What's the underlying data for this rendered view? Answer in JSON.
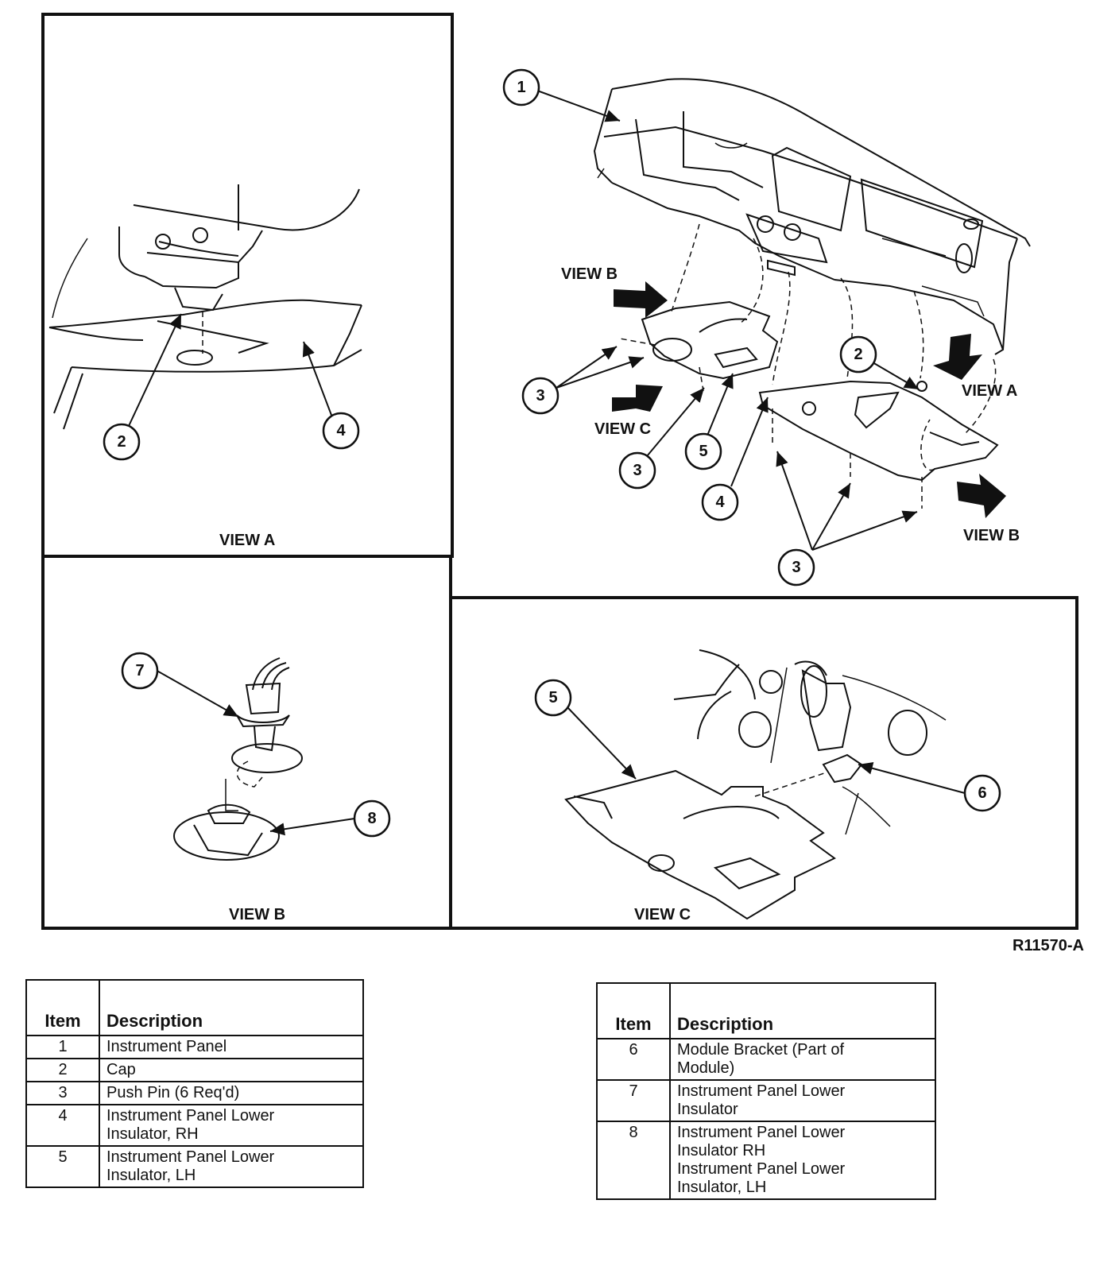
{
  "views": {
    "view_a": "VIEW A",
    "view_b": "VIEW B",
    "view_c": "VIEW C"
  },
  "overview_labels": {
    "view_b_top": "VIEW B",
    "view_c": "VIEW C",
    "view_a": "VIEW A",
    "view_b_bottom": "VIEW B"
  },
  "figure_ref": "R11570-A",
  "callouts": {
    "c1": "1",
    "c2": "2",
    "c3": "3",
    "c4": "4",
    "c5": "5",
    "c6": "6",
    "c7": "7",
    "c8": "8"
  },
  "legend_left": {
    "headers": {
      "item": "Item",
      "description": "Description"
    },
    "rows": [
      {
        "item": "1",
        "desc": [
          "Instrument Panel"
        ]
      },
      {
        "item": "2",
        "desc": [
          "Cap"
        ]
      },
      {
        "item": "3",
        "desc": [
          "Push Pin (6 Req'd)"
        ]
      },
      {
        "item": "4",
        "desc": [
          "Instrument Panel Lower",
          "Insulator, RH"
        ]
      },
      {
        "item": "5",
        "desc": [
          "Instrument Panel Lower",
          "Insulator, LH"
        ]
      }
    ]
  },
  "legend_right": {
    "headers": {
      "item": "Item",
      "description": "Description"
    },
    "rows": [
      {
        "item": "6",
        "desc": [
          "Module Bracket (Part of",
          "Module)"
        ]
      },
      {
        "item": "7",
        "desc": [
          "Instrument Panel Lower",
          "Insulator"
        ]
      },
      {
        "item": "8",
        "desc": [
          "Instrument Panel Lower",
          "Insulator RH",
          "Instrument Panel Lower",
          "Insulator, LH"
        ]
      }
    ]
  }
}
